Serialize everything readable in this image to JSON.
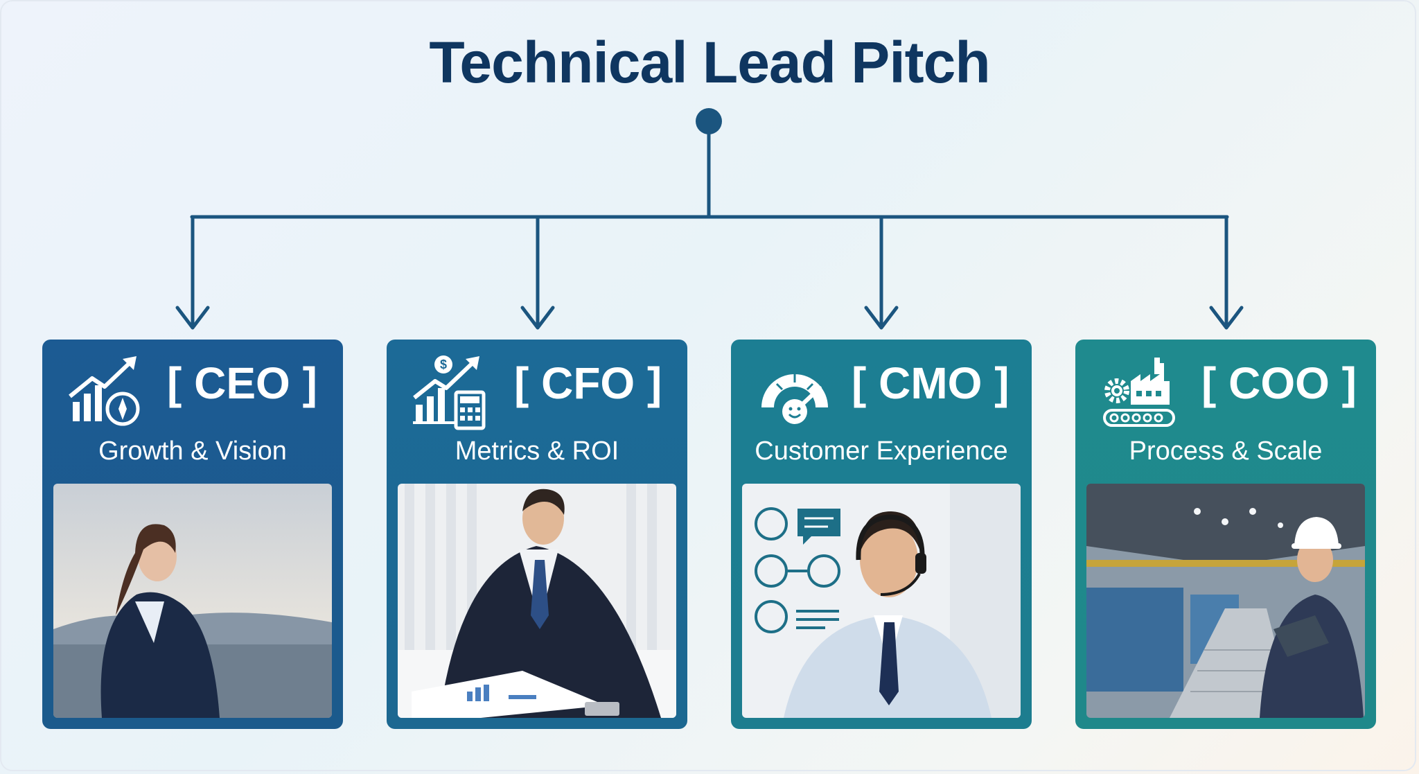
{
  "title": "Technical Lead Pitch",
  "colors": {
    "title": "#0f3660",
    "connector": "#1b557f",
    "card_ceo": "#1d5a92",
    "card_cfo": "#1c6b95",
    "card_cmo": "#1d7f93",
    "card_coo": "#1f8a8c"
  },
  "cards": [
    {
      "role": "[ CEO ]",
      "subtitle": "Growth & Vision",
      "icon": "growth-chart-compass-icon",
      "photo": "businesswoman-looking-at-sea-photo"
    },
    {
      "role": "[ CFO ]",
      "subtitle": "Metrics & ROI",
      "icon": "chart-dollar-calculator-icon",
      "photo": "businessman-reviewing-charts-photo"
    },
    {
      "role": "[ CMO ]",
      "subtitle": "Customer Experience",
      "icon": "satisfaction-gauge-icon",
      "photo": "customer-service-agent-headset-photo"
    },
    {
      "role": "[ COO ]",
      "subtitle": "Process & Scale",
      "icon": "factory-conveyor-gear-icon",
      "photo": "engineer-in-factory-photo"
    }
  ]
}
